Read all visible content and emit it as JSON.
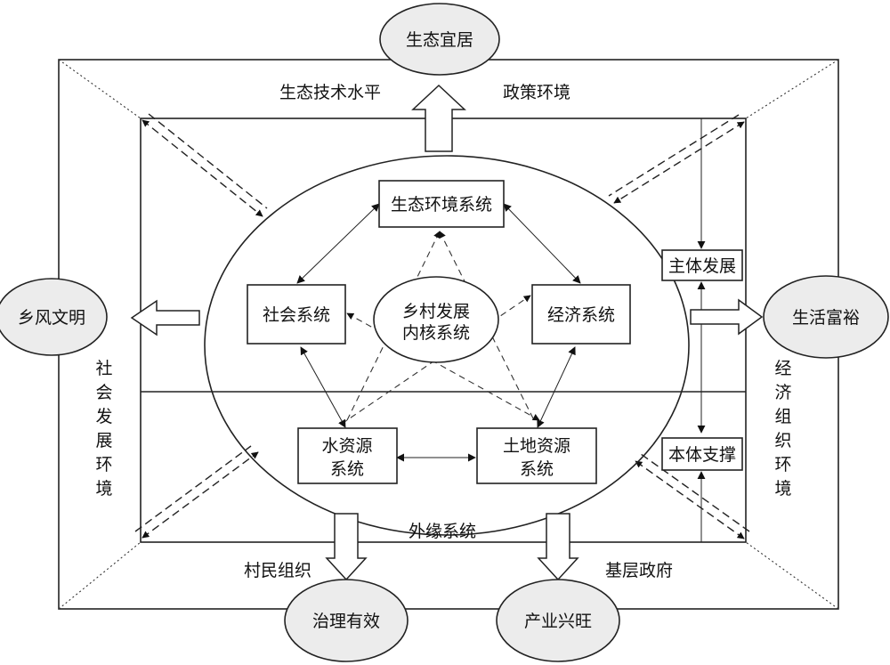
{
  "goals": {
    "top": "生态宜居",
    "left": "乡风文明",
    "right": "生活富裕",
    "bottom_left": "治理有效",
    "bottom_right": "产业兴旺"
  },
  "systems": {
    "ecology": "生态环境系统",
    "social": "社会系统",
    "economic": "经济系统",
    "water": [
      "水资源",
      "系统"
    ],
    "land": [
      "土地资源",
      "系统"
    ],
    "core": [
      "乡村发展",
      "内核系统"
    ],
    "outer": "外缘系统"
  },
  "side_boxes": {
    "subject": "主体发展",
    "ontology": "本体支撑"
  },
  "environments": {
    "top_left": "生态技术水平",
    "top_right": "政策环境",
    "left_vertical": "社会发展环境",
    "right_vertical": "经济组织环境",
    "bottom_left": "村民组织",
    "bottom_right": "基层政府"
  }
}
